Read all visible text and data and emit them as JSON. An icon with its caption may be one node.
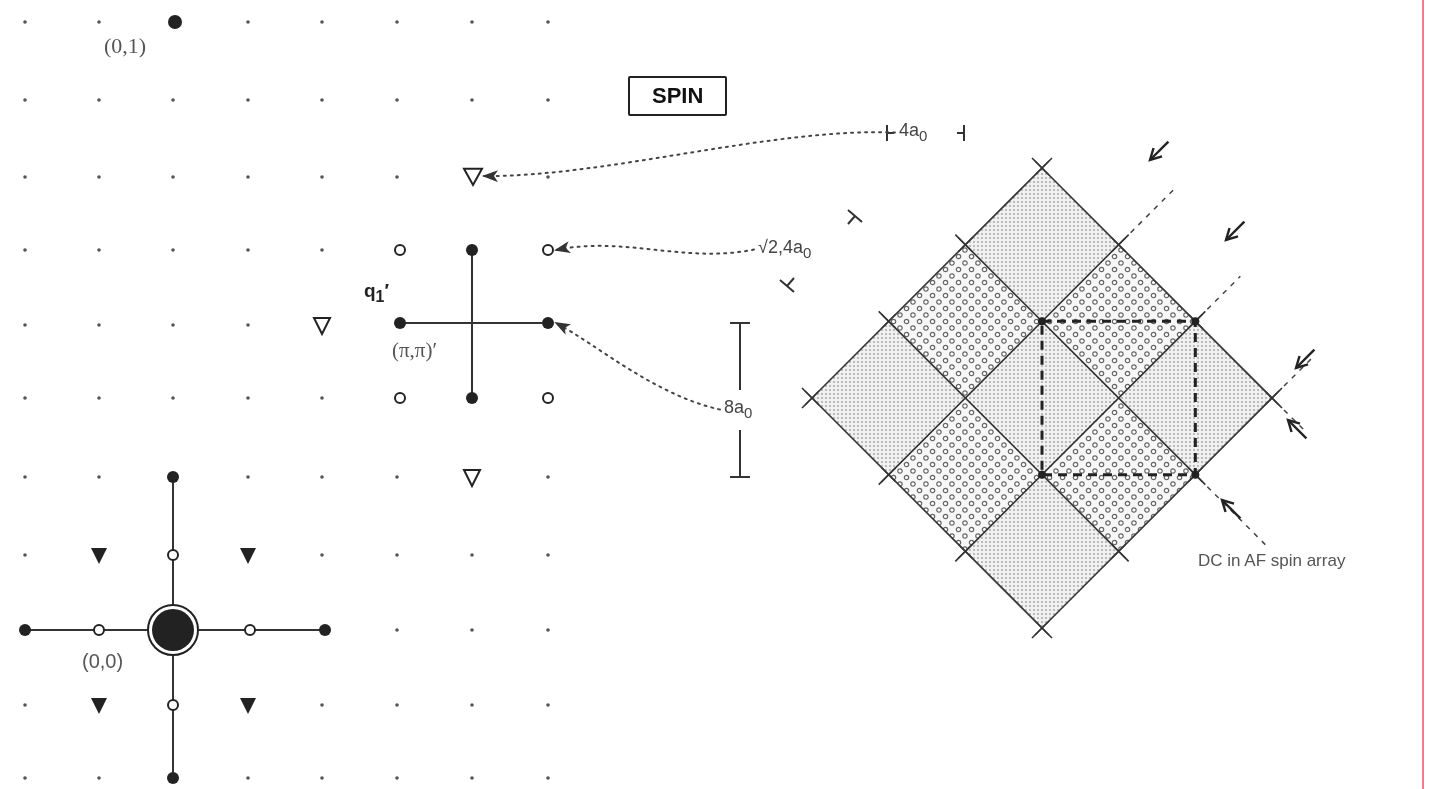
{
  "diagram": {
    "nodes": [
      {
        "text": [
          "SPIN"
        ]
      },
      {
        "text": [
          "4a$_{0}$"
        ]
      },
      {
        "text": [],
        "shape": "triangle"
      },
      {
        "text": [
          "√2,4a$_{0}$"
        ]
      },
      {
        "text": [],
        "shape": "circle"
      },
      {
        "text": [
          "8a$_{0}$"
        ]
      },
      {
        "text": [],
        "shape": "circle"
      }
    ],
    "edges": [
      {
        "from": 1,
        "to": 2,
        "arrow": "to",
        "style": "dashed"
      },
      {
        "from": 3,
        "to": 4,
        "arrow": "to",
        "style": "dashed"
      },
      {
        "from": 5,
        "to": 6,
        "arrow": "to",
        "style": "dashed"
      }
    ],
    "labels": [
      "(0,1)",
      "q$_{1}$′",
      "(π,π)′",
      "DC in AF spin array",
      "(0,0)"
    ]
  }
}
